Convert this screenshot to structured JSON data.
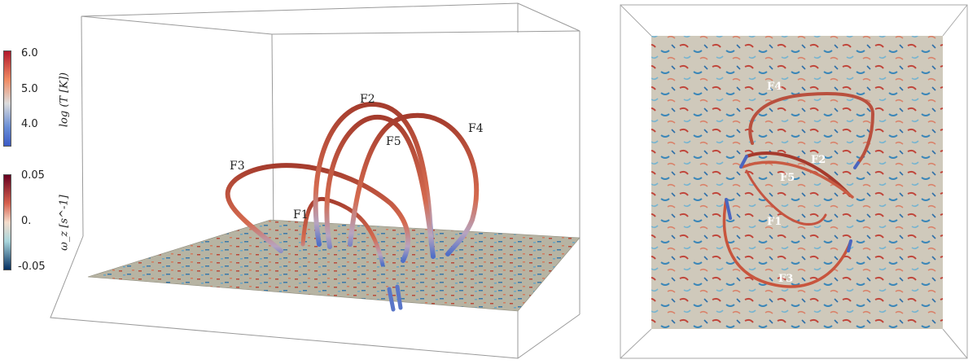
{
  "colorbar_temperature": {
    "label": "log (T [K])",
    "ticks": [
      "6.0",
      "5.0",
      "4.0"
    ],
    "colors": [
      "#b2182b",
      "#ef8a62",
      "#dcdcdc",
      "#6a8ed6",
      "#3b5bc6"
    ]
  },
  "colorbar_vorticity": {
    "label": "ω_z [s^-1]",
    "ticks": [
      "0.05",
      "0.",
      "-0.05"
    ],
    "colors": [
      "#67001f",
      "#d6604d",
      "#f4dccb",
      "#a9d6dc",
      "#053061"
    ]
  },
  "left_panel": {
    "field_lines": [
      {
        "label": "F1"
      },
      {
        "label": "F2"
      },
      {
        "label": "F3"
      },
      {
        "label": "F4"
      },
      {
        "label": "F5"
      }
    ]
  },
  "right_panel": {
    "field_lines": [
      {
        "label": "F4"
      },
      {
        "label": "F2"
      },
      {
        "label": "F5"
      },
      {
        "label": "F1"
      },
      {
        "label": "F3"
      }
    ]
  },
  "colors": {
    "tube_hot": "#c8553d",
    "tube_cool": "#5a76c8",
    "surface_base": "#b4b2a0",
    "surface_top": "#d8d2c4",
    "box_edge": "#9a9a9a"
  }
}
